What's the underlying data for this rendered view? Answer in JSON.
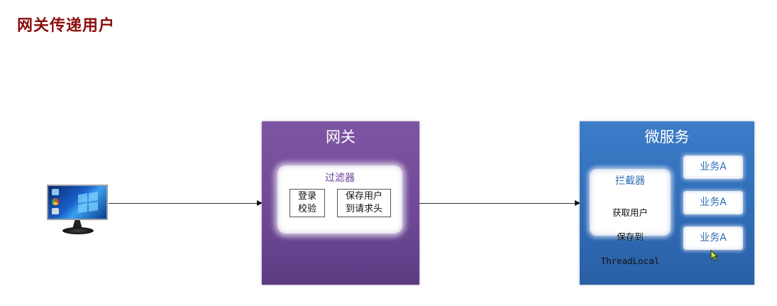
{
  "title": "网关传递用户",
  "client": {
    "icon": "desktop-computer-icon"
  },
  "gateway": {
    "title": "网关",
    "filter": {
      "title": "过滤器",
      "steps": [
        {
          "label": "登录\n校验"
        },
        {
          "label": "保存用户\n到请求头"
        }
      ]
    }
  },
  "microservice": {
    "title": "微服务",
    "interceptor": {
      "title": "拦截器",
      "line1": "获取用户",
      "line2": "保存到",
      "line3": "ThreadLocal"
    },
    "services": [
      {
        "label": "业务A"
      },
      {
        "label": "业务A"
      },
      {
        "label": "业务A"
      }
    ]
  },
  "colors": {
    "title": "#8b0e0e",
    "gateway": "#7e55a3",
    "microservice": "#3c7cc8",
    "filter_title": "#6a3d96",
    "service_text": "#2e6db4"
  }
}
